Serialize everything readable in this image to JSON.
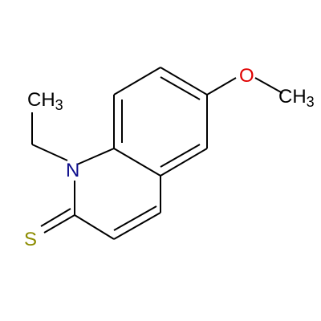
{
  "molecule": {
    "atoms": {
      "ch3_ethyl": {
        "element": "C",
        "subscript": "3",
        "prefix": "CH",
        "color": "#000000"
      },
      "nitrogen": {
        "label": "N",
        "color": "#0d0d8c"
      },
      "oxygen": {
        "label": "O",
        "color": "#e00000"
      },
      "sulfur": {
        "label": "S",
        "color": "#8c8c00"
      },
      "ch3_methoxy": {
        "prefix": "CH",
        "subscript": "3",
        "color": "#000000"
      }
    }
  }
}
